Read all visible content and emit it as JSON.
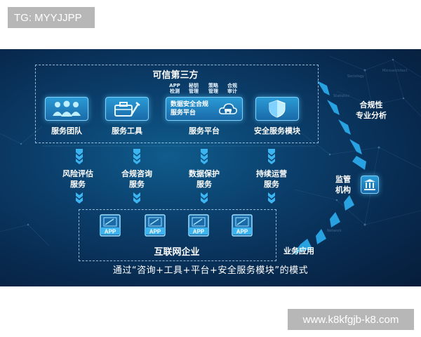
{
  "watermark_top": "TG: MYYJJPP",
  "watermark_bottom": "www.k8kfgjb-k8.com",
  "colors": {
    "panel_bg": "#0b3f6c",
    "accent_cyan": "#4fc3f7",
    "tag_gray": "#b7b7b7"
  },
  "trusted": {
    "title": "可信第三方",
    "mini_labels": [
      {
        "line1": "APP",
        "line2": "检测"
      },
      {
        "line1": "秘钥",
        "line2": "管理"
      },
      {
        "line1": "策略",
        "line2": "管理"
      },
      {
        "line1": "合规",
        "line2": "审计"
      }
    ],
    "platform_card": {
      "line1": "数据安全合规",
      "line2": "服务平台"
    },
    "modules": [
      {
        "label": "服务团队",
        "icon": "team-icon"
      },
      {
        "label": "服务工具",
        "icon": "toolbox-icon"
      },
      {
        "label": "服务平台",
        "icon": "cloud-car-icon"
      },
      {
        "label": "安全服务模块",
        "icon": "shield-icon"
      }
    ]
  },
  "actions": [
    {
      "line1": "风险评估",
      "line2": "服务"
    },
    {
      "line1": "合规咨询",
      "line2": "服务"
    },
    {
      "line1": "数据保护",
      "line2": "服务"
    },
    {
      "line1": "持续运营",
      "line2": "服务"
    }
  ],
  "enterprise": {
    "title": "互联网企业",
    "apps": [
      "APP",
      "APP",
      "APP",
      "APP"
    ]
  },
  "side": {
    "compliance": {
      "line1": "合规性",
      "line2": "专业分析"
    },
    "regulator": {
      "line1": "监管",
      "line2": "机构"
    },
    "business_app": "业务应用"
  },
  "caption": "通过“咨询+工具+平台+安全服务模块”的模式"
}
